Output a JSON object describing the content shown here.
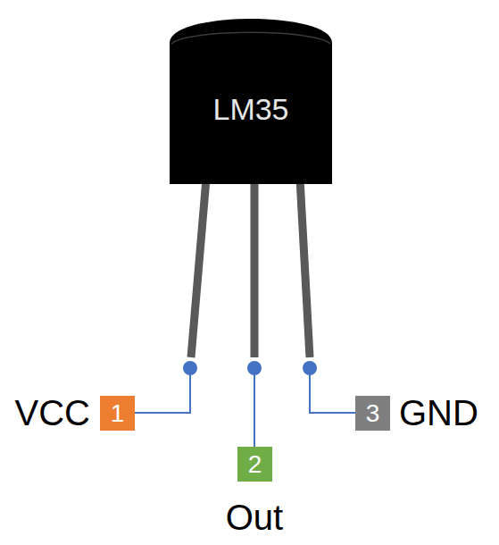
{
  "diagram": {
    "nodes": [
      {
        "text": [
          "LM35"
        ]
      },
      {
        "text": [
          "1"
        ]
      },
      {
        "text": [
          "2"
        ]
      },
      {
        "text": [
          "3"
        ]
      }
    ],
    "labels": [
      "VCC",
      "Out",
      "GND"
    ]
  }
}
